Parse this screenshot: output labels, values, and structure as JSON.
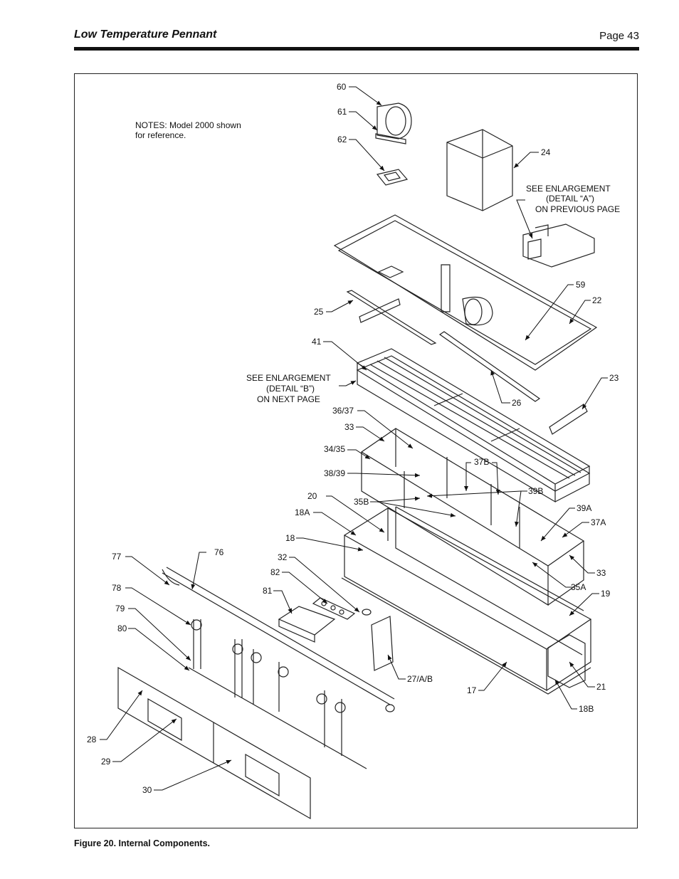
{
  "header": {
    "title": "Low Temperature Pennant",
    "page": "Page 43"
  },
  "caption": "Figure 20.  Internal Components.",
  "notes": {
    "line1": "NOTES: Model 2000 shown",
    "line2": "for reference."
  },
  "detail_a": {
    "line1": "SEE ENLARGEMENT",
    "line2": "(DETAIL “A”)",
    "line3": "ON PREVIOUS PAGE"
  },
  "detail_b": {
    "line1": "SEE ENLARGEMENT",
    "line2": "(DETAIL “B”)",
    "line3": "ON NEXT PAGE"
  },
  "labels": {
    "p60": "60",
    "p61": "61",
    "p62": "62",
    "p24": "24",
    "p59": "59",
    "p22": "22",
    "p25": "25",
    "p41": "41",
    "p23": "23",
    "p26": "26",
    "p36_37": "36/37",
    "p33a": "33",
    "p34_35": "34/35",
    "p37b": "37B",
    "p38_39": "38/39",
    "p39b": "39B",
    "p20": "20",
    "p35b": "35B",
    "p18a": "18A",
    "p39a": "39A",
    "p37a": "37A",
    "p18": "18",
    "p77": "77",
    "p76": "76",
    "p32": "32",
    "p33b": "33",
    "p82": "82",
    "p35a": "35A",
    "p78": "78",
    "p81": "81",
    "p19": "19",
    "p79": "79",
    "p80": "80",
    "p27ab": "27/A/B",
    "p21": "21",
    "p17": "17",
    "p18b": "18B",
    "p28": "28",
    "p29": "29",
    "p30": "30"
  }
}
